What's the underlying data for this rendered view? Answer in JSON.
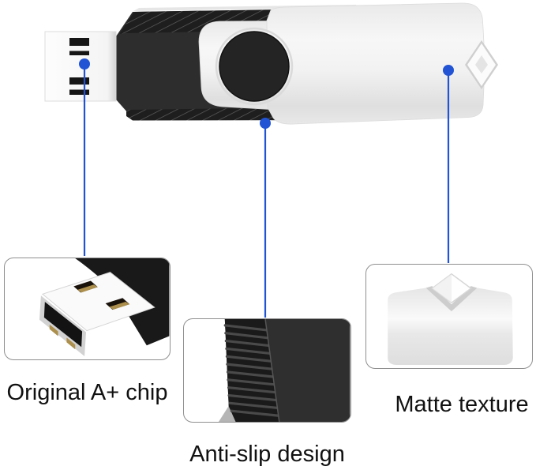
{
  "product": {
    "name": "swivel-usb-flash-drive",
    "features": [
      {
        "id": "chip",
        "label": "Original A+ chip",
        "target": "usb-connector"
      },
      {
        "id": "grip",
        "label": "Anti-slip design",
        "target": "ribbed-body"
      },
      {
        "id": "cover",
        "label": "Matte texture",
        "target": "swivel-cover"
      }
    ]
  },
  "colors": {
    "accent_blue": "#2153d4",
    "body_black": "#2d2d2d",
    "band_black": "#1f1f1f",
    "cover_light": "#efefef",
    "box_border": "#8f8f8f",
    "label_text": "#111111",
    "gold": "#ac8f4c",
    "background": "#ffffff"
  }
}
